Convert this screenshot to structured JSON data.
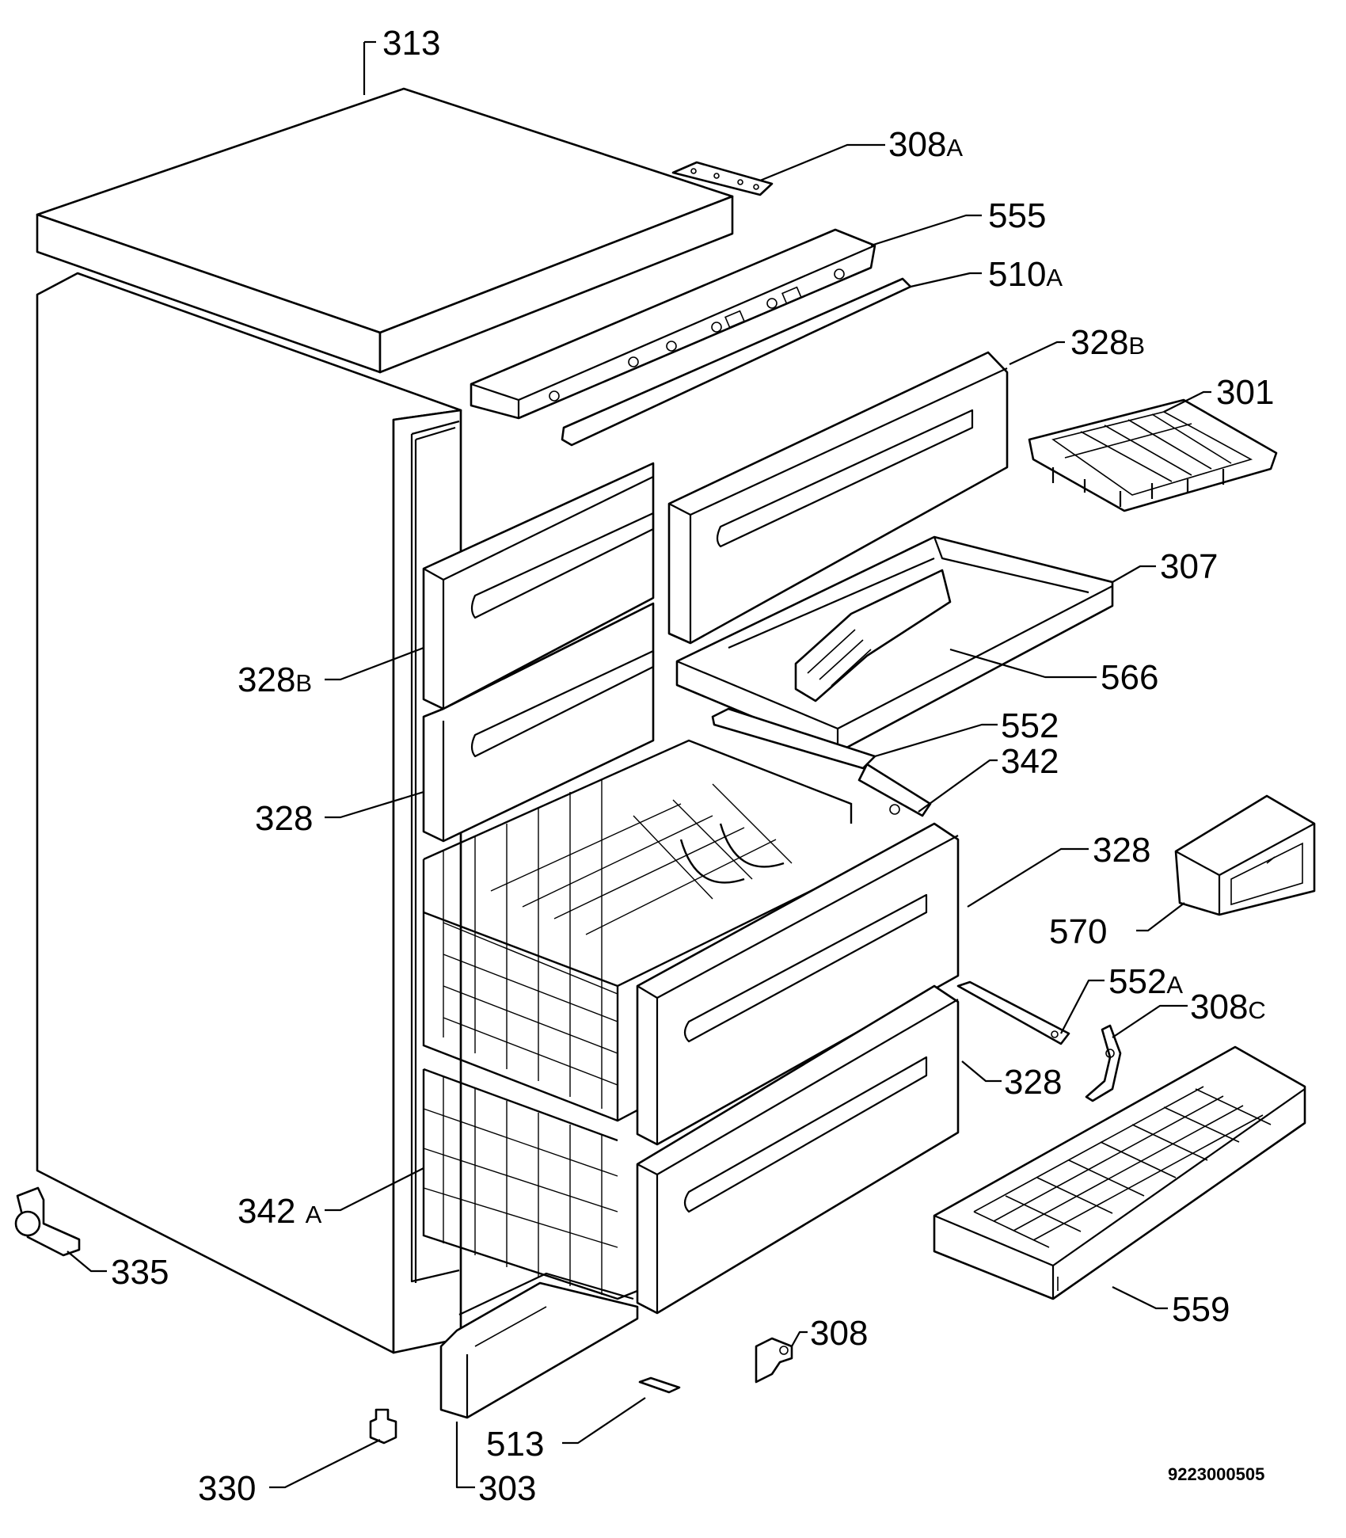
{
  "diagram": {
    "drawing_code": "9223000505",
    "part_labels": [
      {
        "id": "313",
        "number": "313",
        "suffix": ""
      },
      {
        "id": "308a",
        "number": "308",
        "suffix": "A"
      },
      {
        "id": "555",
        "number": "555",
        "suffix": ""
      },
      {
        "id": "510a",
        "number": "510",
        "suffix": "A"
      },
      {
        "id": "328b-top",
        "number": "328",
        "suffix": "B"
      },
      {
        "id": "301",
        "number": "301",
        "suffix": ""
      },
      {
        "id": "307",
        "number": "307",
        "suffix": ""
      },
      {
        "id": "328b-left",
        "number": "328",
        "suffix": "B"
      },
      {
        "id": "566",
        "number": "566",
        "suffix": ""
      },
      {
        "id": "552",
        "number": "552",
        "suffix": ""
      },
      {
        "id": "342",
        "number": "342",
        "suffix": ""
      },
      {
        "id": "328-left",
        "number": "328",
        "suffix": ""
      },
      {
        "id": "328-right-upper",
        "number": "328",
        "suffix": ""
      },
      {
        "id": "570",
        "number": "570",
        "suffix": ""
      },
      {
        "id": "552a",
        "number": "552",
        "suffix": "A"
      },
      {
        "id": "308c",
        "number": "308",
        "suffix": "C"
      },
      {
        "id": "328-right-lower",
        "number": "328",
        "suffix": ""
      },
      {
        "id": "342a",
        "number": "342",
        "suffix": "A"
      },
      {
        "id": "335",
        "number": "335",
        "suffix": ""
      },
      {
        "id": "559",
        "number": "559",
        "suffix": ""
      },
      {
        "id": "308",
        "number": "308",
        "suffix": ""
      },
      {
        "id": "513",
        "number": "513",
        "suffix": ""
      },
      {
        "id": "330",
        "number": "330",
        "suffix": ""
      },
      {
        "id": "303",
        "number": "303",
        "suffix": ""
      }
    ]
  }
}
